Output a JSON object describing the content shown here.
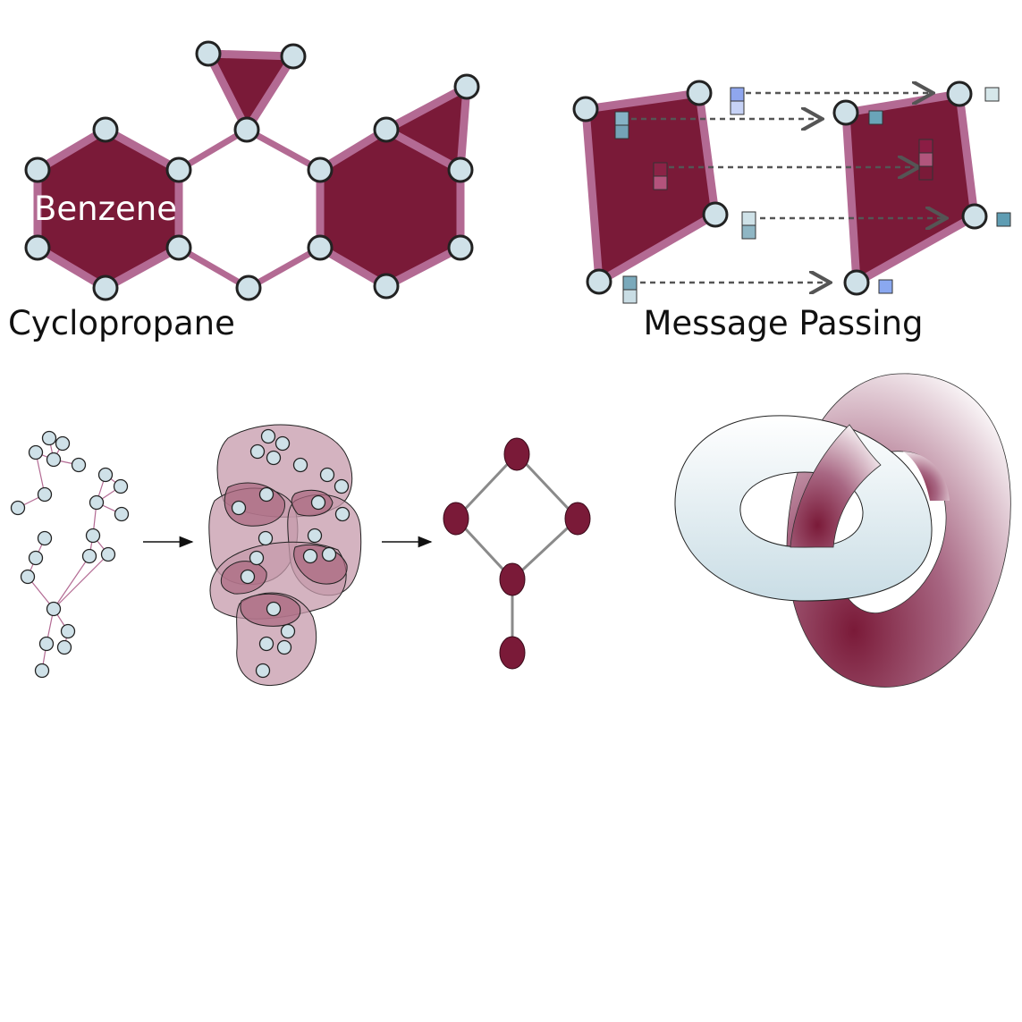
{
  "labels": {
    "benzene": "Benzene",
    "cyclopropane": "Cyclopropane",
    "message_passing": "Message Passing"
  },
  "colors": {
    "cell_fill": "#7a1a38",
    "cell_edge": "#b36a93",
    "node_fill": "#cfe1e8",
    "node_stroke": "#222222",
    "arrow": "#555555",
    "lifted_node": "#7a1a38",
    "lifted_edge": "#8a8a8a",
    "region_fill": "#b9849a",
    "torus_light": "#dfeaf0",
    "torus_dark": "#7a1a38"
  }
}
